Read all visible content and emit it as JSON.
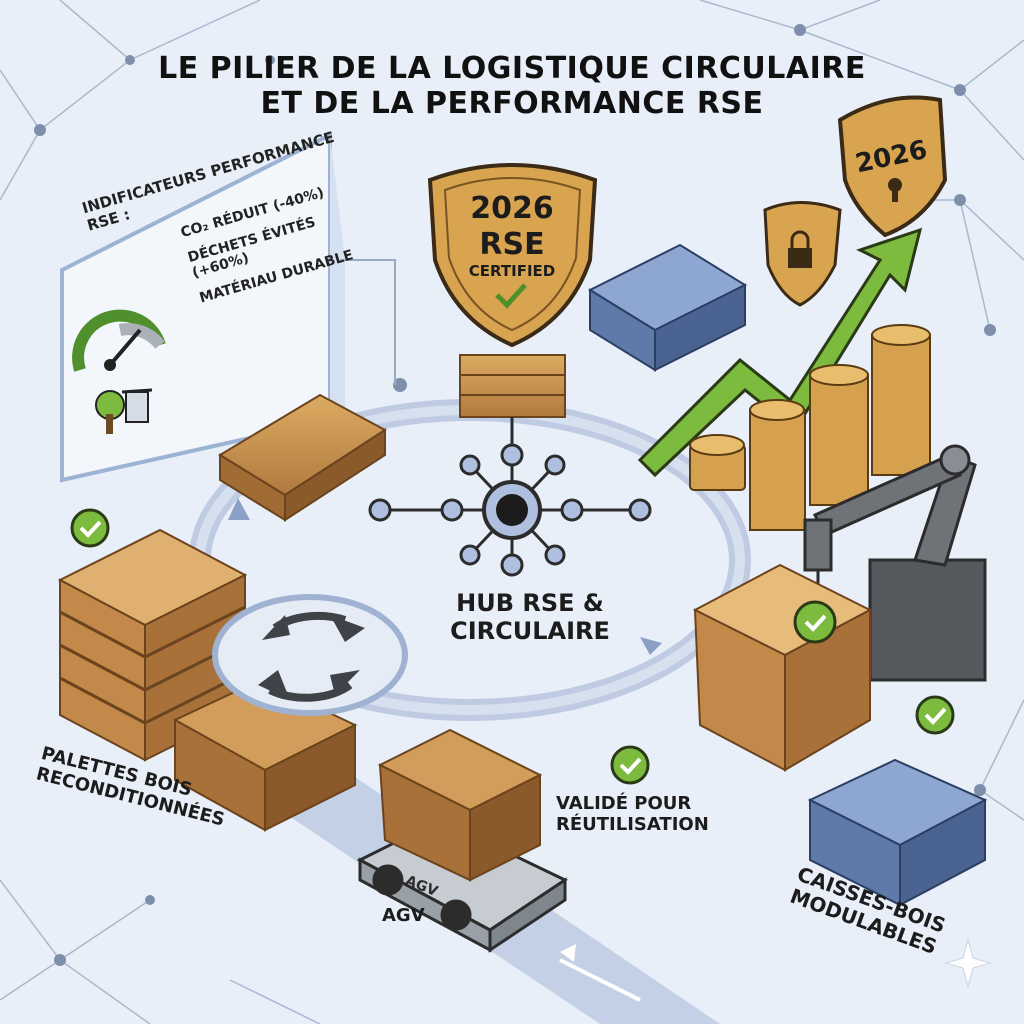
{
  "title": {
    "line1": "LE PILIER DE LA LOGISTIQUE CIRCULAIRE",
    "line2": "ET DE LA PERFORMANCE RSE"
  },
  "panel": {
    "heading": "Indificateurs performance RSE :",
    "items": [
      "CO₂ réduit (-40%)",
      "Déchets évités (+60%)",
      "Matériau durable"
    ],
    "icons": [
      "gauge-icon",
      "tree-icon",
      "trash-bin-icon"
    ]
  },
  "badges": {
    "main_year": "2026",
    "main_line": "RSE",
    "main_sub": "CERTIFIED",
    "shield_year": "2026"
  },
  "hub": {
    "label_line1": "HUB RSE &",
    "label_line2": "CIRCULAIRE"
  },
  "labels": {
    "palettes_line1": "PALETTES BOIS",
    "palettes_line2": "RECONDITIONNÉES",
    "valide_line1": "VALIDÉ POUR",
    "valide_line2": "RÉUTILISATION",
    "agv": "AGV",
    "agv_body": "AGV",
    "caisses_line1": "CAISSES-BOIS",
    "caisses_line2": "MODULABLES"
  },
  "colors": {
    "background": "#e9eff8",
    "wood": "#c9954f",
    "wood_dark": "#8a5a2b",
    "blue_pallet": "#6d88b8",
    "green": "#7dbb3f",
    "gold": "#d9a450",
    "gray": "#6f7378",
    "ring": "#b9c7df"
  }
}
